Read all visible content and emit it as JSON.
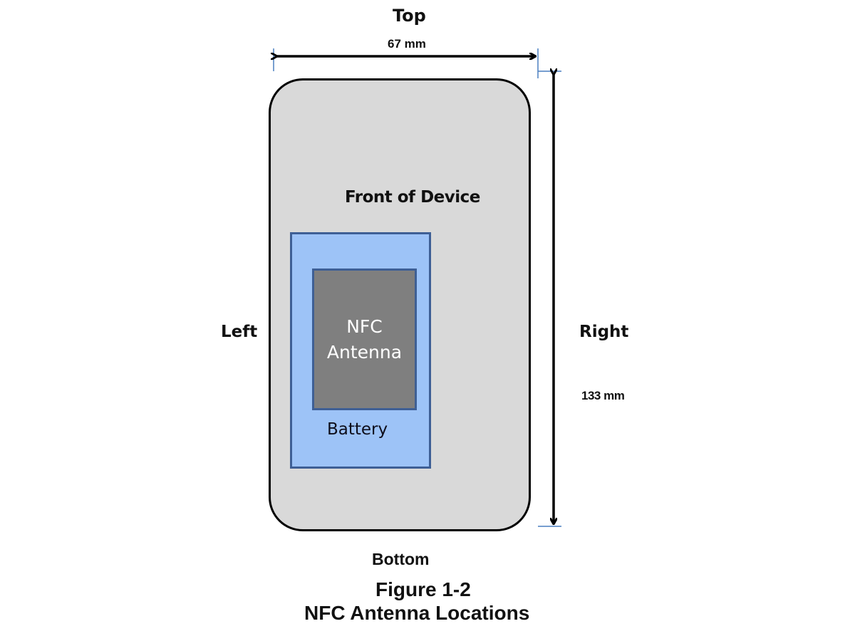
{
  "diagram": {
    "labels": {
      "top": "Top",
      "bottom": "Bottom",
      "left": "Left",
      "right": "Right",
      "front": "Front of Device"
    },
    "dimensions": {
      "width": "67 mm",
      "height": "133 mm"
    },
    "components": {
      "battery": "Battery",
      "antenna_line1": "NFC",
      "antenna_line2": "Antenna"
    },
    "colors": {
      "device_fill": "#d9d9d9",
      "battery_fill": "#9dc3f7",
      "antenna_fill": "#7f7f7f",
      "component_border": "#3e5f95",
      "dimension_tick": "#4a7fc1"
    }
  },
  "caption": {
    "figure": "Figure 1-2",
    "title": "NFC Antenna Locations"
  }
}
